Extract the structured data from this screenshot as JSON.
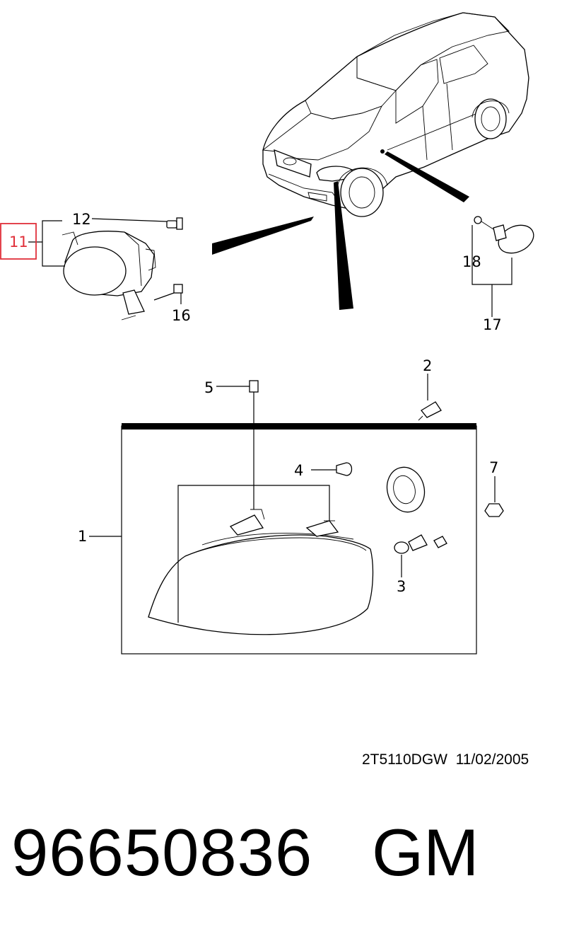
{
  "callouts": {
    "c1": "1",
    "c2": "2",
    "c3": "3",
    "c4": "4",
    "c5": "5",
    "c7": "7",
    "c11": "11",
    "c12": "12",
    "c16": "16",
    "c17": "17",
    "c18": "18"
  },
  "highlight_color": "#e0303a",
  "footer": {
    "doc_code": "2T5110DGW",
    "date": "11/02/2005",
    "part_number": "96650836",
    "brand": "GM"
  }
}
